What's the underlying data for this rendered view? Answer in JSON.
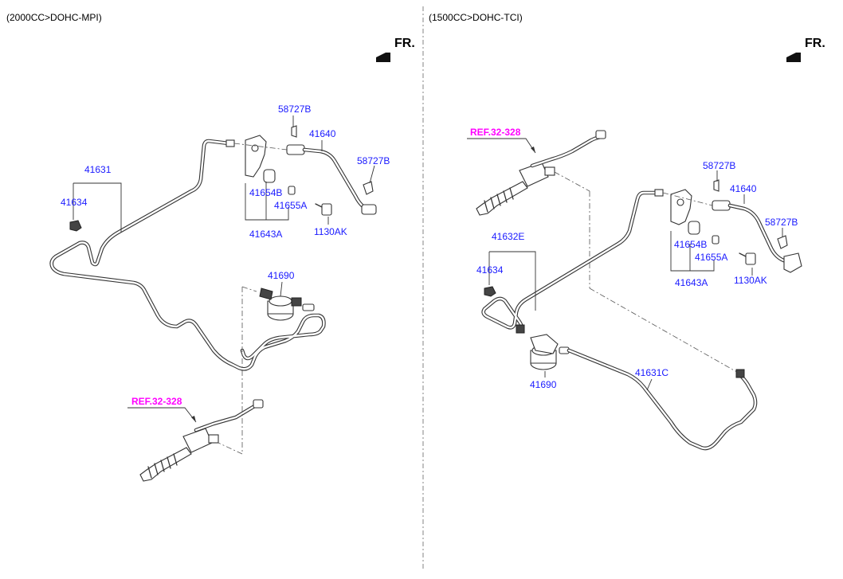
{
  "sections": {
    "left_header": "(2000CC>DOHC-MPI)",
    "right_header": "(1500CC>DOHC-TCI)",
    "fr_label": "FR."
  },
  "left": {
    "p_58727B_top": "58727B",
    "p_41640": "41640",
    "p_58727B_right": "58727B",
    "p_41631": "41631",
    "p_41634": "41634",
    "p_41654B": "41654B",
    "p_41655A": "41655A",
    "p_41643A": "41643A",
    "p_1130AK": "1130AK",
    "p_41690": "41690",
    "ref": "REF.32-328"
  },
  "right": {
    "ref": "REF.32-328",
    "p_58727B_top": "58727B",
    "p_41640": "41640",
    "p_58727B_right": "58727B",
    "p_41632E": "41632E",
    "p_41634": "41634",
    "p_41654B": "41654B",
    "p_41655A": "41655A",
    "p_41643A": "41643A",
    "p_1130AK": "1130AK",
    "p_41690": "41690",
    "p_41631C": "41631C"
  },
  "colors": {
    "part_number": "#1a1aff",
    "reference": "#ff00ff",
    "line": "#333333"
  }
}
